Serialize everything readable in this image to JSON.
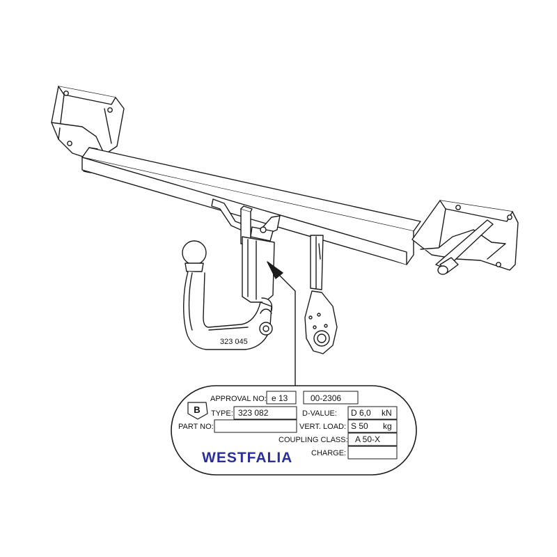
{
  "hitch": {
    "ball_part_number": "323 045"
  },
  "plate": {
    "logo_letter": "B",
    "approval_label": "APPROVAL NO:",
    "approval_value": "e 13",
    "approval_number": "00-2306",
    "type_label": "TYPE:",
    "type_value": "323 082",
    "part_label": "PART NO:",
    "part_value": "",
    "d_value_label": "D-VALUE:",
    "d_value": "D 6,0",
    "d_value_unit": "kN",
    "vert_load_label": "VERT. LOAD:",
    "vert_load": "S 50",
    "vert_load_unit": "kg",
    "coupling_class_label": "COUPLING CLASS:",
    "coupling_class": "A 50-X",
    "charge_label": "CHARGE:",
    "charge_value": "",
    "brand": "WESTFALIA",
    "brand_color": "#2b2f9c"
  }
}
